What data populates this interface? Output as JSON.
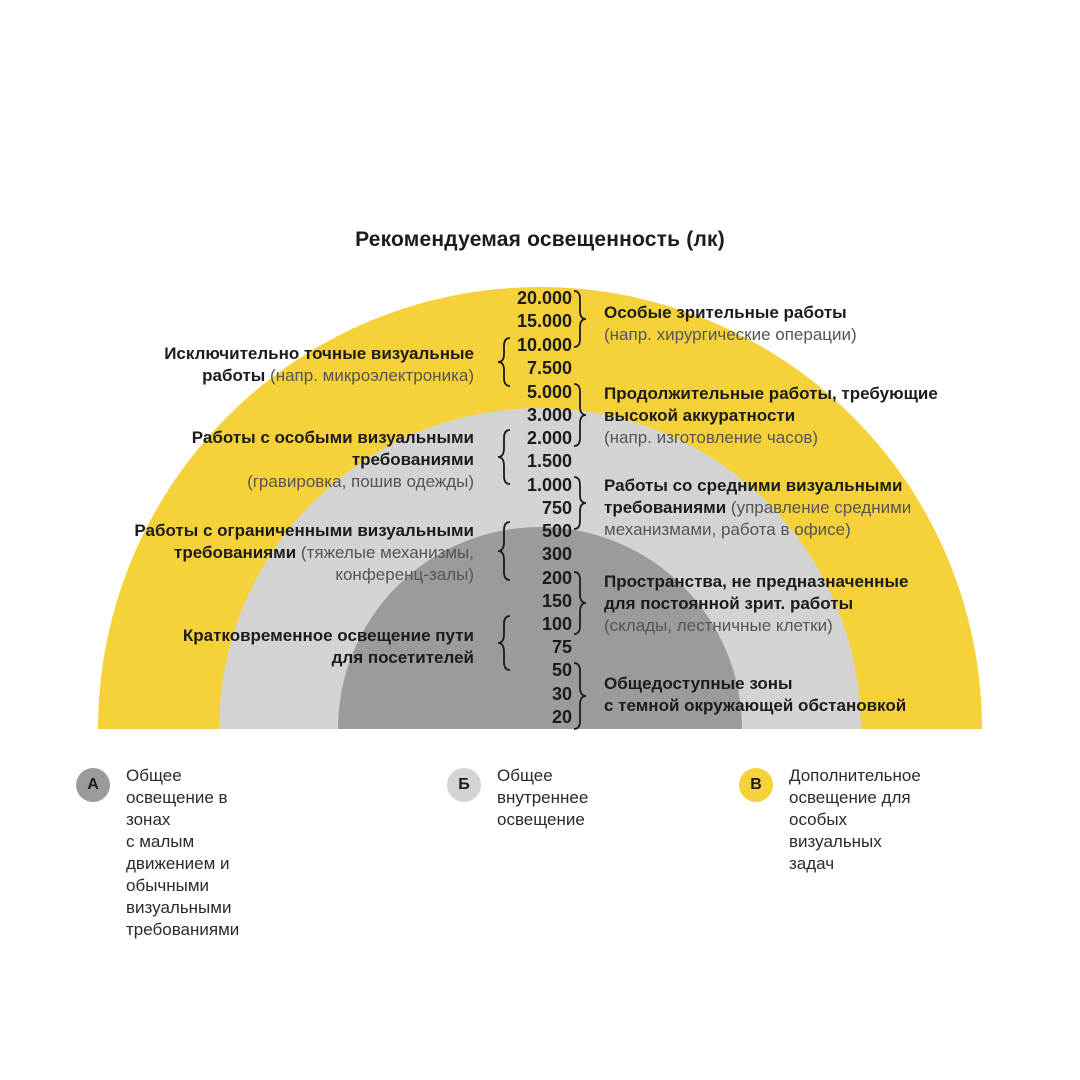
{
  "title": "Рекомендуемая освещенность (лк)",
  "colors": {
    "zone_a": "#9b9b9b",
    "zone_b": "#d3d3d3",
    "zone_c": "#f6d23a",
    "text": "#1c1c1c",
    "note": "#555555"
  },
  "values": [
    "20.000",
    "15.000",
    "10.000",
    "7.500",
    "5.000",
    "3.000",
    "2.000",
    "1.500",
    "1.000",
    "750",
    "500",
    "300",
    "200",
    "150",
    "100",
    "75",
    "50",
    "30",
    "20"
  ],
  "left_labels": [
    {
      "bold_lines": [
        "Исключительно точные визуальные",
        "работы"
      ],
      "note": "(напр. микроэлектроника)"
    },
    {
      "bold_lines": [
        "Работы с особыми визуальными",
        "требованиями"
      ],
      "note": "(гравировка, пошив одежды)"
    },
    {
      "bold_lines": [
        "Работы с ограниченными визуальными",
        "требованиями"
      ],
      "note": "(тяжелые механизмы, конференц-залы)"
    },
    {
      "bold_lines": [
        "Кратковременное освещение пути",
        "для посетителей"
      ],
      "note": ""
    }
  ],
  "right_labels": [
    {
      "bold_lines": [
        "Особые зрительные работы"
      ],
      "note": "(напр. хирургические операции)"
    },
    {
      "bold_lines": [
        "Продолжительные работы, требующие",
        "высокой аккуратности"
      ],
      "note": "(напр. изготовление часов)"
    },
    {
      "bold_lines": [
        "Работы со средними визуальными",
        "требованиями"
      ],
      "note": "(управление средними механизмами, работа в офисе)"
    },
    {
      "bold_lines": [
        "Пространства, не предназначенные",
        "для постоянной зрит. работы"
      ],
      "note": "(склады, лестничные клетки)"
    },
    {
      "bold_lines": [
        "Общедоступные зоны",
        "с темной окружающей обстановкой"
      ],
      "note": ""
    }
  ],
  "legend": [
    {
      "letter": "А",
      "text": "Общее освещение в зонах\nс малым движением и\nобычными визуальными\nтребованиями"
    },
    {
      "letter": "Б",
      "text": "Общее внутреннее\nосвещение"
    },
    {
      "letter": "В",
      "text": "Дополнительное\nосвещение для особых\nвизуальных задач"
    }
  ]
}
